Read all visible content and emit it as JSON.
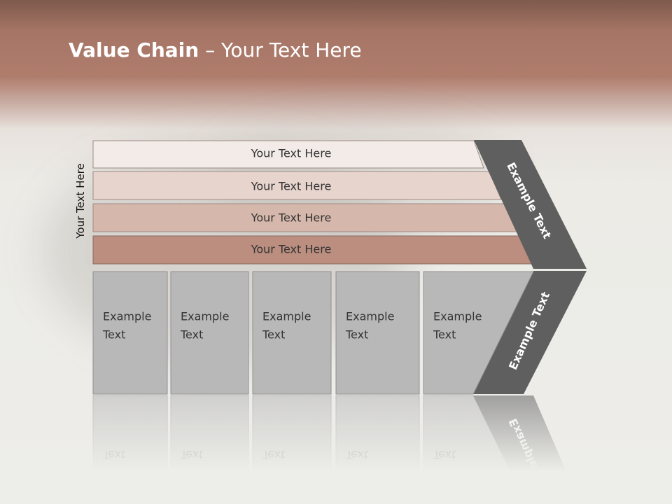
{
  "title": {
    "bold": "Value Chain",
    "rest": " – Your Text Here"
  },
  "side_label": "Your Text Here",
  "rows": [
    {
      "label": "Your Text Here",
      "color": "#f2ebe8"
    },
    {
      "label": "Your Text Here",
      "color": "#e6d4cd"
    },
    {
      "label": "Your Text Here",
      "color": "#d6b7ab"
    },
    {
      "label": "Your Text Here",
      "color": "#bb8e80"
    }
  ],
  "columns": [
    {
      "line1": "Example",
      "line2": "Text"
    },
    {
      "line1": "Example",
      "line2": "Text"
    },
    {
      "line1": "Example",
      "line2": "Text"
    },
    {
      "line1": "Example",
      "line2": "Text"
    },
    {
      "line1": "Example",
      "line2": "Text"
    }
  ],
  "chevron": {
    "upper": "Example Text",
    "lower": "Example Text",
    "color": "#5f5f5f"
  },
  "column_color": "#b8b8b8"
}
